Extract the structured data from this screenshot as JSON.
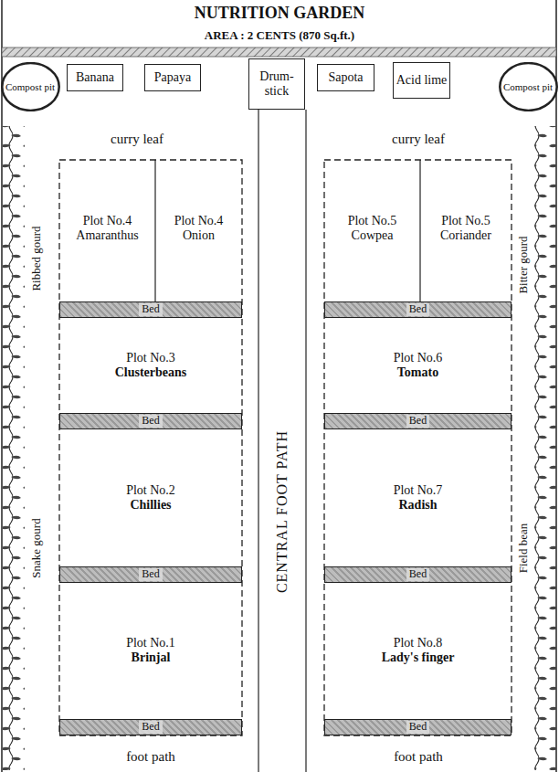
{
  "diagram": {
    "title": "NUTRITION GARDEN",
    "nodes": [
      {
        "text": [
          "Compost pit"
        ]
      },
      {
        "text": [
          "Banana"
        ]
      },
      {
        "text": [
          "Papaya"
        ]
      },
      {
        "text": [
          "Drum-stick"
        ]
      },
      {
        "text": [
          "Sapota"
        ]
      },
      {
        "text": [
          "Acid lime"
        ]
      },
      {
        "text": [
          "Compost pit"
        ]
      },
      {
        "text": [
          "Plot No.4",
          "Amaranthus"
        ]
      },
      {
        "text": [
          "Plot No.4",
          "Onion"
        ]
      },
      {
        "text": [
          "Plot No.5",
          "Cowpea"
        ]
      },
      {
        "text": [
          "Plot No.5",
          "Coriander"
        ]
      },
      {
        "text": [
          "Bed"
        ]
      },
      {
        "text": [
          "Bed"
        ]
      },
      {
        "text": [
          "Plot No.3",
          "Clusterbeans"
        ]
      },
      {
        "text": [
          "Plot No.6",
          "Tomato"
        ]
      },
      {
        "text": [
          "Bed"
        ]
      },
      {
        "text": [
          "Bed"
        ]
      },
      {
        "text": [
          "Plot No.2",
          "Chillies"
        ]
      },
      {
        "text": [
          "Plot No.7",
          "Radish"
        ]
      },
      {
        "text": [
          "Bed"
        ]
      },
      {
        "text": [
          "Bed"
        ]
      },
      {
        "text": [
          "Plot No.1",
          "Brinjal"
        ]
      },
      {
        "text": [
          "Plot No.8",
          "Lady's finger"
        ]
      },
      {
        "text": [
          "Bed"
        ]
      },
      {
        "text": [
          "Bed"
        ]
      }
    ],
    "labels": [
      "AREA : 2 CENTS (870 Sq.ft.)",
      "curry leaf",
      "curry leaf",
      "Ribbed gourd",
      "Snake gourd",
      "Bitter gourd",
      "Field bean",
      "CENTRAL FOOT PATH",
      "foot path",
      "foot path"
    ]
  }
}
